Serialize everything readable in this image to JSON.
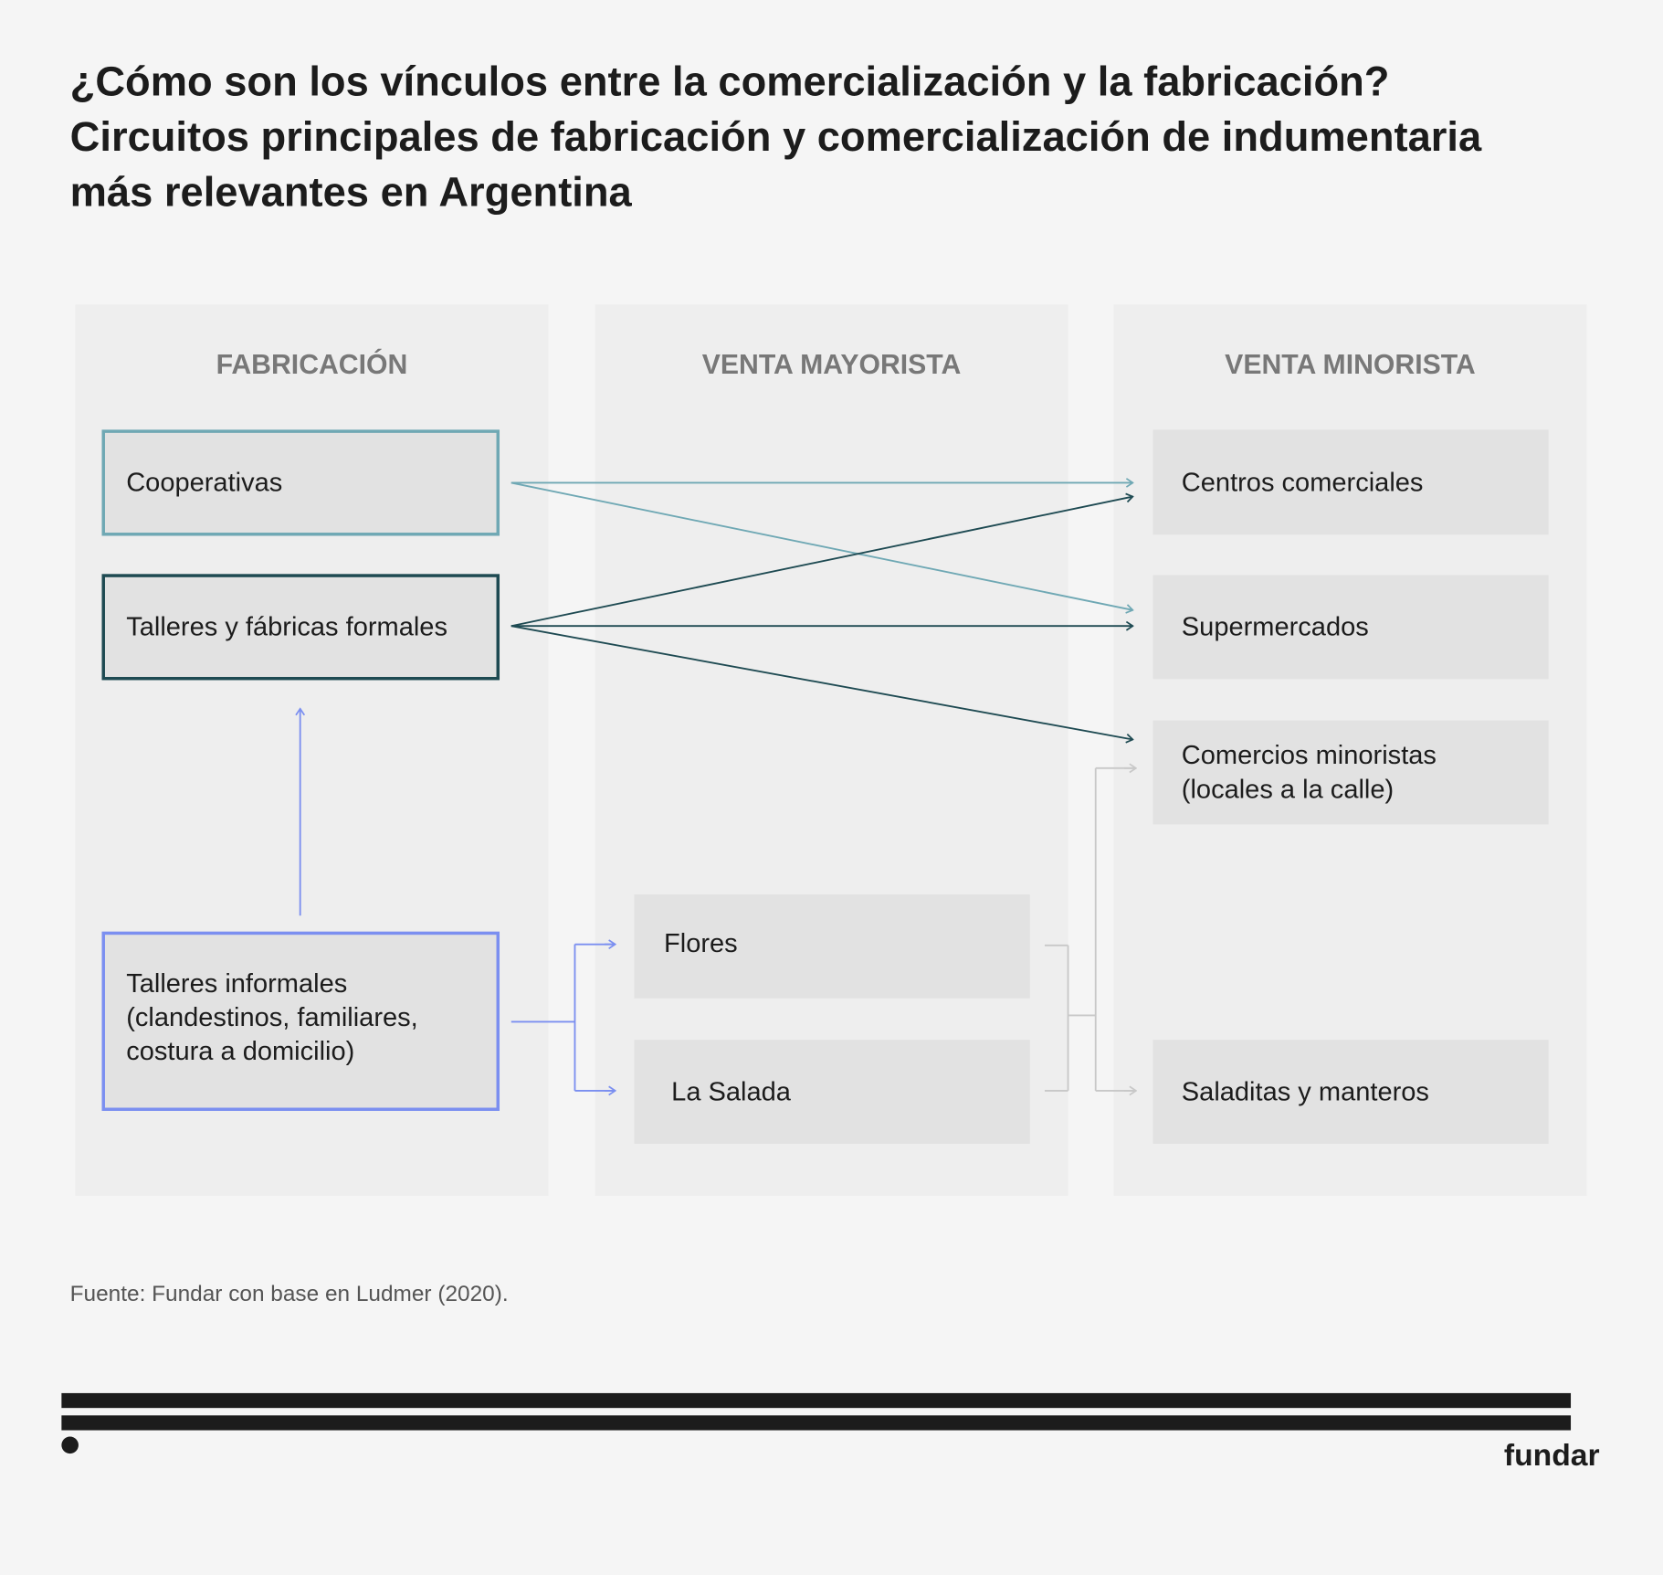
{
  "title": [
    "¿Cómo son los vínculos entre la comercialización y la fabricación?",
    "Circuitos principales de fabricación y comercialización de indumentaria",
    "más relevantes en Argentina"
  ],
  "columns": [
    "FABRICACIÓN",
    "VENTA MAYORISTA",
    "VENTA MINORISTA"
  ],
  "fabricacion": {
    "cooperativas": "Cooperativas",
    "formales": "Talleres y fábricas formales",
    "informales": [
      "Talleres informales",
      "(clandestinos, familiares,",
      "costura a domicilio)"
    ]
  },
  "mayorista": {
    "flores": "Flores",
    "salada": "La Salada"
  },
  "minorista": {
    "centros": "Centros comerciales",
    "super": "Supermercados",
    "comercios": [
      "Comercios minoristas",
      "(locales a la calle)"
    ],
    "saladitas": "Saladitas y manteros"
  },
  "colors": {
    "cooperativas": "#6fa8b4",
    "formales": "#1e4a52",
    "informales": "#7b8ff0",
    "wholesale_links": "#c8c8c8"
  },
  "source": "Fuente: Fundar con base en Ludmer (2020).",
  "logo": "fundar"
}
